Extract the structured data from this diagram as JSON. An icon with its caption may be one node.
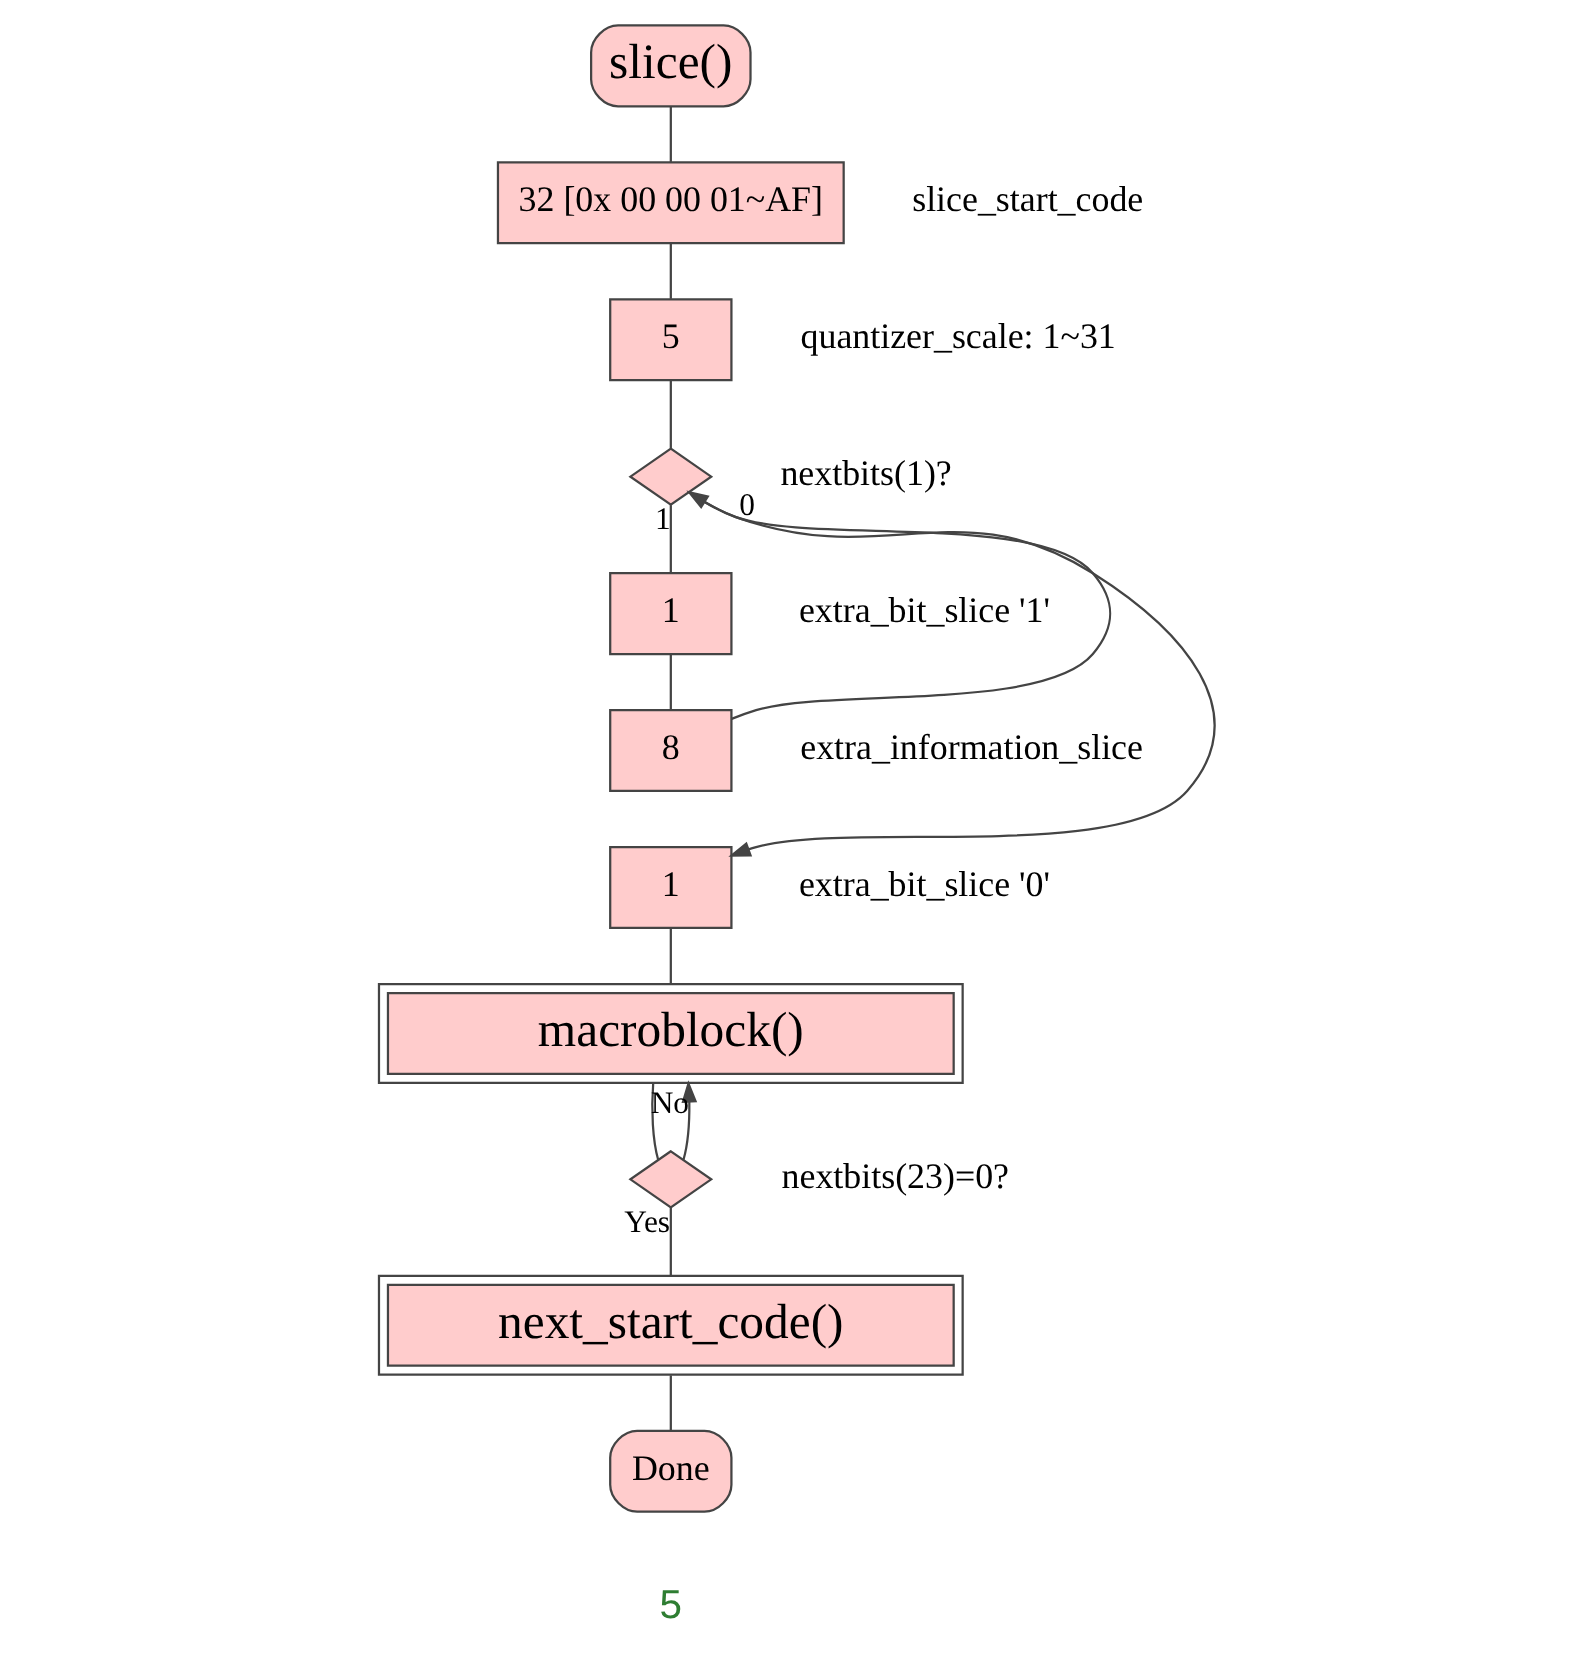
{
  "diagram": {
    "nodes": [
      {
        "text": [
          "slice()"
        ]
      },
      {
        "text": [
          "32 [0x 00 00 01~AF]"
        ],
        "beside": [
          "slice_start_code"
        ]
      },
      {
        "text": [
          "5"
        ],
        "beside": [
          "quantizer_scale: 1~31"
        ]
      },
      {
        "text": [],
        "shape": "diamond",
        "beside": [
          "nextbits(1)?"
        ]
      },
      {
        "text": [
          "1"
        ],
        "beside": [
          "extra_bit_slice '1'"
        ]
      },
      {
        "text": [
          "8"
        ],
        "beside": [
          "extra_information_slice"
        ]
      },
      {
        "text": [
          "1"
        ],
        "beside": [
          "extra_bit_slice '0'"
        ]
      },
      {
        "text": [
          "macroblock()"
        ]
      },
      {
        "text": [],
        "shape": "diamond",
        "beside": [
          "nextbits(23)=0?"
        ]
      },
      {
        "text": [
          "next_start_code()"
        ]
      },
      {
        "text": [
          "Done"
        ]
      }
    ],
    "edges": [
      {
        "from": 0,
        "to": 1,
        "arrow": "none"
      },
      {
        "from": 1,
        "to": 2,
        "arrow": "none"
      },
      {
        "from": 2,
        "to": 3,
        "arrow": "none"
      },
      {
        "from": 3,
        "to": 4,
        "arrow": "none",
        "label": "1"
      },
      {
        "from": 4,
        "to": 5,
        "arrow": "none"
      },
      {
        "from": 5,
        "to": 3,
        "arrow": "to"
      },
      {
        "from": 3,
        "to": 6,
        "arrow": "to",
        "label": "0"
      },
      {
        "from": 6,
        "to": 7,
        "arrow": "none"
      },
      {
        "from": 7,
        "to": 8,
        "arrow": "none"
      },
      {
        "from": 8,
        "to": 7,
        "arrow": "to",
        "label": "No"
      },
      {
        "from": 8,
        "to": 9,
        "arrow": "none",
        "label": "Yes"
      },
      {
        "from": 9,
        "to": 10,
        "arrow": "none"
      }
    ],
    "labels": [
      "5"
    ]
  }
}
